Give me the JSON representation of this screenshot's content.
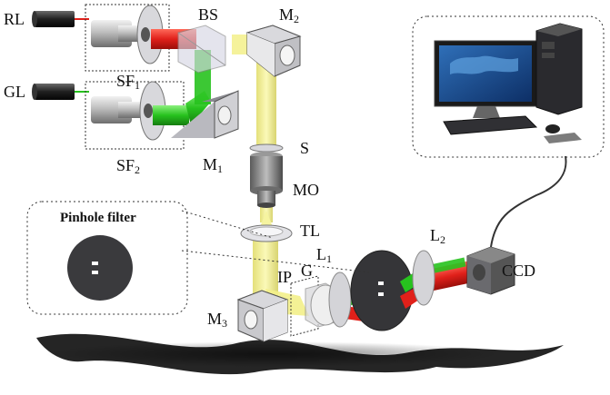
{
  "labels": {
    "rl": "RL",
    "gl": "GL",
    "sf1": "SF",
    "sf1_sub": "1",
    "sf2": "SF",
    "sf2_sub": "2",
    "bs": "BS",
    "m1": "M",
    "m1_sub": "1",
    "m2": "M",
    "m2_sub": "2",
    "m3": "M",
    "m3_sub": "3",
    "s": "S",
    "mo": "MO",
    "tl": "TL",
    "ip": "IP",
    "g": "G",
    "l1": "L",
    "l1_sub": "1",
    "l2": "L",
    "l2_sub": "2",
    "ccd": "CCD",
    "pinhole_filter": "Pinhole filter"
  },
  "colors": {
    "red_beam": "#e0201a",
    "green_beam": "#27c21e",
    "yellow_beam": "#f3f08a",
    "metal": "#c8c8cc",
    "dark_metal": "#4a4a4f",
    "box_outline": "#333333"
  }
}
